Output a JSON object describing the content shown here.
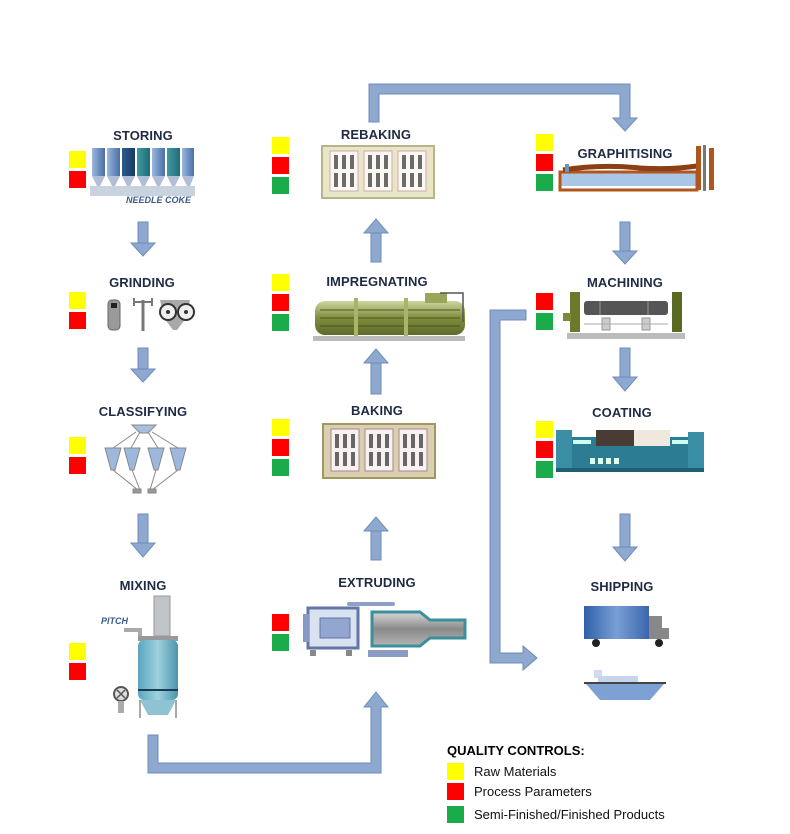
{
  "colors": {
    "raw_materials": "#ffff00",
    "process_parameters": "#ff0000",
    "finished_products": "#1aab4a",
    "arrow": "#8ea9d0",
    "arrow_edge": "#6f8cb8",
    "label": "#1f2a44"
  },
  "steps": [
    {
      "id": "storing",
      "label": "STORING",
      "sublabel": "NEEDLE COKE",
      "controls": [
        "raw",
        "process"
      ]
    },
    {
      "id": "grinding",
      "label": "GRINDING",
      "controls": [
        "raw",
        "process"
      ]
    },
    {
      "id": "classifying",
      "label": "CLASSIFYING",
      "controls": [
        "raw",
        "process"
      ]
    },
    {
      "id": "mixing",
      "label": "MIXING",
      "sublabel": "PITCH",
      "controls": [
        "raw",
        "process"
      ]
    },
    {
      "id": "extruding",
      "label": "EXTRUDING",
      "controls": [
        "process",
        "finished"
      ]
    },
    {
      "id": "baking",
      "label": "BAKING",
      "controls": [
        "raw",
        "process",
        "finished"
      ]
    },
    {
      "id": "impregnating",
      "label": "IMPREGNATING",
      "controls": [
        "raw",
        "process",
        "finished"
      ]
    },
    {
      "id": "rebaking",
      "label": "REBAKING",
      "controls": [
        "raw",
        "process",
        "finished"
      ]
    },
    {
      "id": "graphitising",
      "label": "GRAPHITISING",
      "controls": [
        "raw",
        "process",
        "finished"
      ]
    },
    {
      "id": "machining",
      "label": "MACHINING",
      "controls": [
        "process",
        "finished"
      ]
    },
    {
      "id": "coating",
      "label": "COATING",
      "controls": [
        "raw",
        "process",
        "finished"
      ]
    },
    {
      "id": "shipping",
      "label": "SHIPPING",
      "controls": []
    }
  ],
  "legend": {
    "title": "QUALITY CONTROLS:",
    "items": [
      {
        "key": "raw",
        "label": "Raw Materials"
      },
      {
        "key": "process",
        "label": "Process Parameters"
      },
      {
        "key": "finished",
        "label": "Semi-Finished/Finished Products"
      }
    ]
  }
}
